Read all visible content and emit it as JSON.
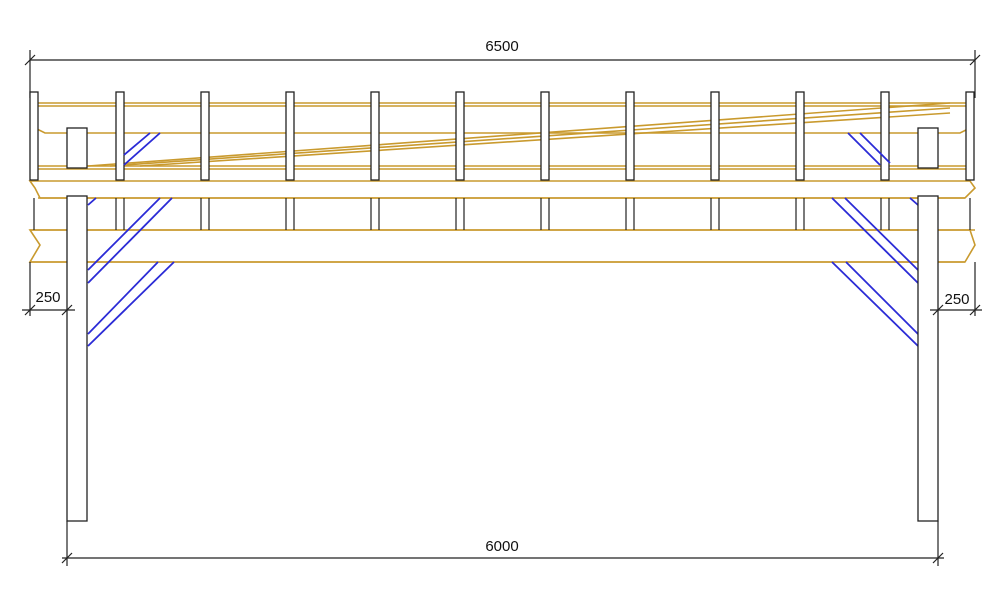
{
  "dimensions": {
    "overall_width": "6500",
    "post_span": "6000",
    "left_overhang": "250",
    "right_overhang": "250"
  },
  "colors": {
    "timber": "#c99a2e",
    "brace": "#2b2bd6",
    "outline": "#222222"
  }
}
